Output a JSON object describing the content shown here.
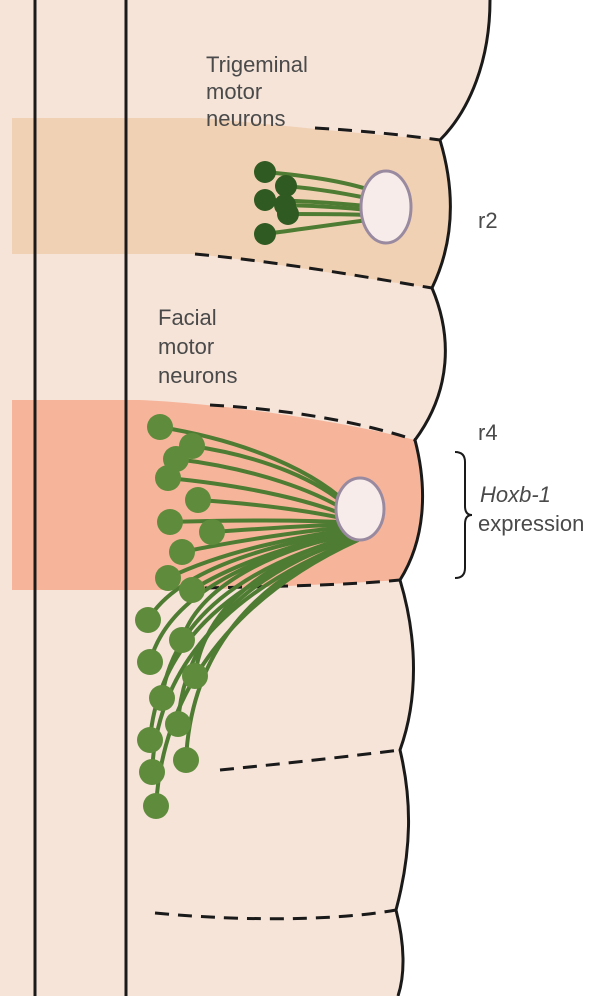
{
  "labels": {
    "trigeminal": [
      "Trigeminal",
      "motor",
      "neurons"
    ],
    "facial": [
      "Facial",
      "motor",
      "neurons"
    ],
    "r2": "r2",
    "r4": "r4",
    "gene": "Hoxb-1",
    "expression": "expression"
  },
  "colors": {
    "tissue": "#f6e4d9",
    "r2_band": "#f1d1b4",
    "r4_band": "#f6b59a",
    "outline": "#1a1a1a",
    "neuron_dark": "#2f5a22",
    "neuron_light": "#5f8c3c",
    "axon": "#4f7c33",
    "exit_point_fill": "#f8ecea",
    "exit_point_stroke": "#9a8aa0",
    "label": "#4a4a4a"
  }
}
